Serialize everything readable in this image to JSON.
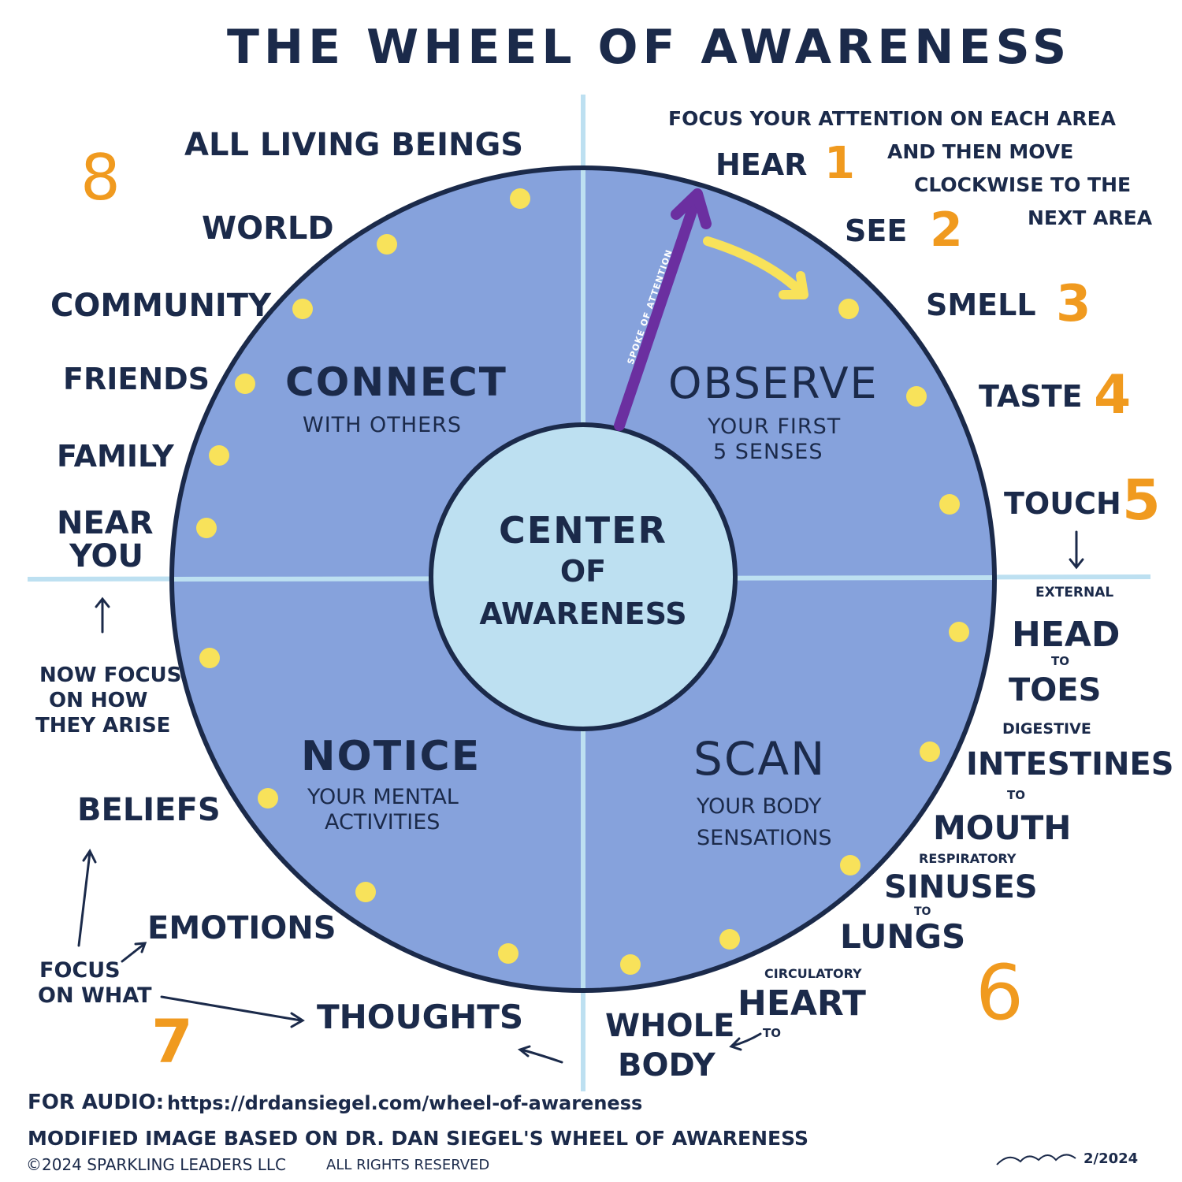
{
  "title": "THE WHEEL OF AWARENESS",
  "colors": {
    "ink": "#1b2a4a",
    "wheel_fill": "#86a2dc",
    "center_fill": "#bde0f1",
    "axis": "#bde0f1",
    "dot": "#f8e25a",
    "number": "#f09a1f",
    "spoke": "#6b2fa0",
    "yellow_arrow": "#f8e25a"
  },
  "instructions": {
    "line1": "FOCUS YOUR ATTENTION ON EACH AREA",
    "line2": "AND THEN MOVE",
    "line3": "CLOCKWISE TO THE",
    "line4": "NEXT AREA"
  },
  "center": {
    "line1": "CENTER",
    "line2": "OF",
    "line3": "AWARENESS"
  },
  "spoke_label": "SPOKE OF ATTENTION",
  "quadrants": {
    "observe": {
      "title": "OBSERVE",
      "sub1": "YOUR FIRST",
      "sub2": "5 SENSES"
    },
    "connect": {
      "title": "CONNECT",
      "sub1": "WITH OTHERS"
    },
    "notice": {
      "title": "NOTICE",
      "sub1": "YOUR MENTAL",
      "sub2": "ACTIVITIES"
    },
    "scan": {
      "title": "SCAN",
      "sub1": "YOUR BODY",
      "sub2": "SENSATIONS"
    }
  },
  "senses": [
    {
      "label": "HEAR",
      "number": "1"
    },
    {
      "label": "SEE",
      "number": "2"
    },
    {
      "label": "SMELL",
      "number": "3"
    },
    {
      "label": "TASTE",
      "number": "4"
    },
    {
      "label": "TOUCH",
      "number": "5"
    }
  ],
  "body": {
    "external": "EXTERNAL",
    "head": "HEAD",
    "to1": "TO",
    "toes": "TOES",
    "digestive": "DIGESTIVE",
    "intestines": "INTESTINES",
    "to2": "TO",
    "mouth": "MOUTH",
    "respiratory": "RESPIRATORY",
    "sinuses": "SINUSES",
    "to3": "TO",
    "lungs": "LUNGS",
    "circulatory": "CIRCULATORY",
    "heart": "HEART",
    "to4": "TO",
    "whole": "WHOLE",
    "body": "BODY",
    "number": "6"
  },
  "mind": {
    "focus1": "FOCUS",
    "focus2": "ON WHAT",
    "thoughts": "THOUGHTS",
    "emotions": "EMOTIONS",
    "beliefs": "BELIEFS",
    "now1": "NOW FOCUS",
    "now2": "ON HOW",
    "now3": "THEY ARISE",
    "number": "7"
  },
  "connect_list": {
    "near1": "NEAR",
    "near2": "YOU",
    "family": "FAMILY",
    "friends": "FRIENDS",
    "community": "COMMUNITY",
    "world": "WORLD",
    "all": "ALL LIVING BEINGS",
    "number": "8"
  },
  "footer": {
    "audio_label": "FOR AUDIO:",
    "audio_url": "https://drdansiegel.com/wheel-of-awareness",
    "modified": "MODIFIED  IMAGE  BASED  ON  DR. DAN  SIEGEL'S  WHEEL  OF  AWARENESS",
    "copyright": "©2024  SPARKLING  LEADERS  LLC",
    "rights": "ALL RIGHTS RESERVED",
    "date": "2/2024"
  }
}
